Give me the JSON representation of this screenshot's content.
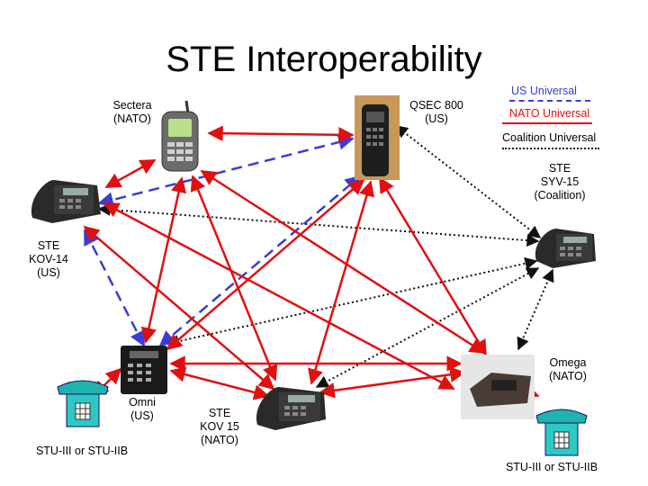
{
  "title": "STE Interoperability",
  "legend": {
    "us": "US Universal",
    "nato": "NATO Universal",
    "coalition": "Coalition Universal"
  },
  "nodes": {
    "sectera": {
      "name": "Sectera",
      "sub": "(NATO)"
    },
    "qsec": {
      "name": "QSEC 800",
      "sub": "(US)"
    },
    "ste_syv": {
      "name": "STE",
      "name2": "SYV-15",
      "sub": "(Coalition)"
    },
    "ste_kov14": {
      "name": "STE",
      "name2": "KOV-14",
      "sub": "(US)"
    },
    "omega": {
      "name": "Omega",
      "sub": "(NATO)"
    },
    "omni": {
      "name": "Omni",
      "sub": "(US)"
    },
    "ste_kov15": {
      "name": "STE",
      "name2": "KOV 15",
      "sub": "(NATO)"
    },
    "stu_left": {
      "name": "STU-III or STU-IIB"
    },
    "stu_right": {
      "name": "STU-III or STU-IIB"
    }
  },
  "colors": {
    "us": "#3b3bd6",
    "nato": "#e01010",
    "coalition": "#111111"
  }
}
